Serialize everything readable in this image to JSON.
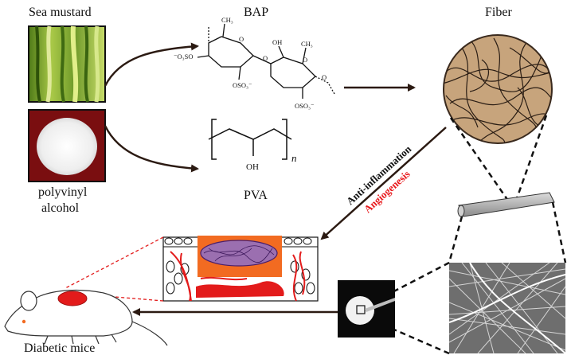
{
  "labels": {
    "sea_mustard": "Sea mustard",
    "bap": "BAP",
    "fiber": "Fiber",
    "polyvinyl": "polyvinyl",
    "alcohol": "alcohol",
    "pva": "PVA",
    "n": "n",
    "oh": "OH",
    "anti_inflammation": "Anti-inflammation",
    "angiogenesis": "Angiogenesis",
    "diabetic_mice": "Diabetic mice"
  },
  "bap_structure": {
    "ch3": "CH₃",
    "so3_left": "⁻O₃SO",
    "oso3_a": "OSO₃⁻",
    "oso3_b": "OSO₃⁻",
    "o1": "O",
    "o2": "O",
    "o3": "O",
    "o4": "O",
    "oh_b": "OH",
    "ch3_b": "CH₃"
  },
  "colors": {
    "arrow": "#2b1a12",
    "label_red": "#e8191c",
    "fiber_fill": "#c7a47c",
    "fiber_stroke": "#3a2a1e",
    "wound_orange": "#f26b21",
    "blood_red": "#e31b1b",
    "photo_frame": "#111111"
  }
}
